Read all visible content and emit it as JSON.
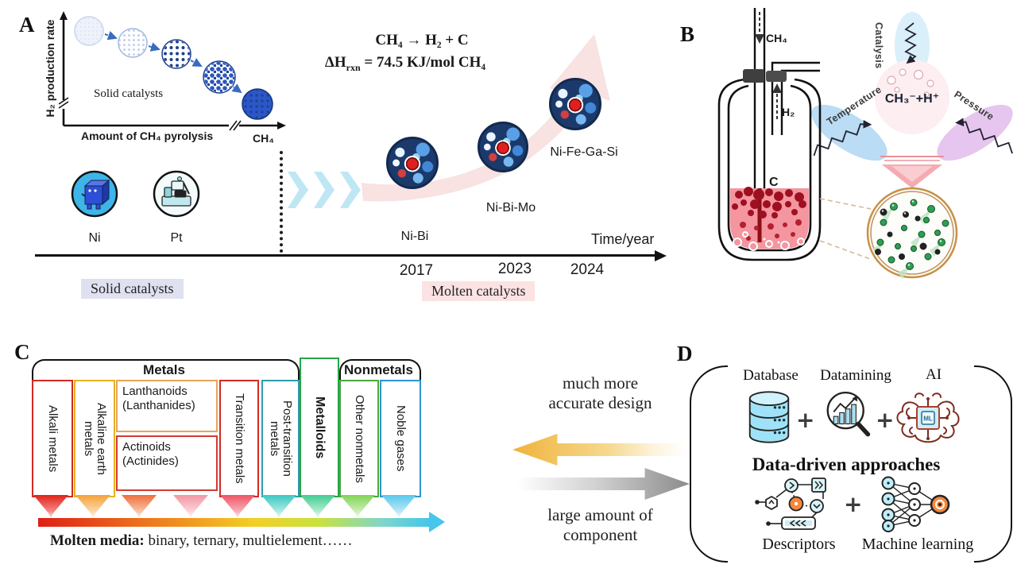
{
  "colors": {
    "solid_badge_bg": "#dfe1f0",
    "molten_badge_bg": "#fbe3e3",
    "big_arrow_pink": "#f8e2e2",
    "chevron_blue": "#bfe7f3",
    "accent_yellow_arrow": "#efb33a",
    "accent_gray_arrow": "#8b8b8b",
    "alkali_red": "#cf2b24",
    "alkaline_gold": "#e5b31e",
    "lanthanoid_orange": "#e5a45c",
    "actinoid_red": "#d43a30",
    "transition_red": "#cf2b24",
    "post_transition_teal": "#2e9bab",
    "metalloid_green": "#27a348",
    "other_nonmetal_green": "#49a83b",
    "noble_blue": "#2f93d0"
  },
  "panelA": {
    "label": "A",
    "graph": {
      "y_label": "H₂ production rate",
      "x_label": "Amount of CH₄ pyrolysis",
      "x_end_label": "CH₄",
      "inner_label": "Solid catalysts"
    },
    "equation": {
      "line1": "CH₄ → H₂ + C",
      "dh": "ΔH",
      "dh_sub": "rxn",
      "dh_rest": " = 74.5 KJ/mol CH₄"
    },
    "solid": {
      "items": [
        {
          "label": "Ni"
        },
        {
          "label": "Pt"
        }
      ],
      "badge": "Solid catalysts"
    },
    "molten": {
      "points": [
        {
          "name": "Ni-Bi",
          "year": "2017"
        },
        {
          "name": "Ni-Bi-Mo",
          "year": "2023"
        },
        {
          "name": "Ni-Fe-Ga-Si",
          "year": "2024"
        }
      ],
      "badge": "Molten catalysts",
      "time_label": "Time/year"
    }
  },
  "panelB": {
    "label": "B",
    "inlet_label": "CH₄",
    "outlet_label": "H₂",
    "carbon_label": "C",
    "factors": {
      "top": "Catalysis",
      "left": "Temperature",
      "right": "Pressure",
      "center": "CH₃⁻+H⁺"
    }
  },
  "panelC": {
    "label": "C",
    "metals_header": "Metals",
    "nonmetals_header": "Nonmetals",
    "columns": [
      {
        "label": "Alkali metals"
      },
      {
        "label": "Alkaline earth metals"
      },
      {
        "label": "Lanthanoids (Lanthanides)"
      },
      {
        "label": "Actinoids (Actinides)"
      },
      {
        "label": "Transition metals"
      },
      {
        "label": "Post-transition metals"
      },
      {
        "label": "Metalloids"
      },
      {
        "label": "Other nonmetals"
      },
      {
        "label": "Noble gases"
      }
    ],
    "caption_bold": "Molten media:",
    "caption_rest": " binary, ternary, multielement……"
  },
  "middle": {
    "top_caption": "much more\naccurate design",
    "bottom_caption": "large amount of\ncomponent"
  },
  "panelD": {
    "label": "D",
    "inputs": [
      {
        "label": "Database"
      },
      {
        "label": "Datamining"
      },
      {
        "label": "AI"
      }
    ],
    "title": "Data-driven approaches",
    "methods": [
      {
        "label": "Descriptors"
      },
      {
        "label": "Machine learning"
      }
    ],
    "plus": "+",
    "chip_label": "ML"
  }
}
